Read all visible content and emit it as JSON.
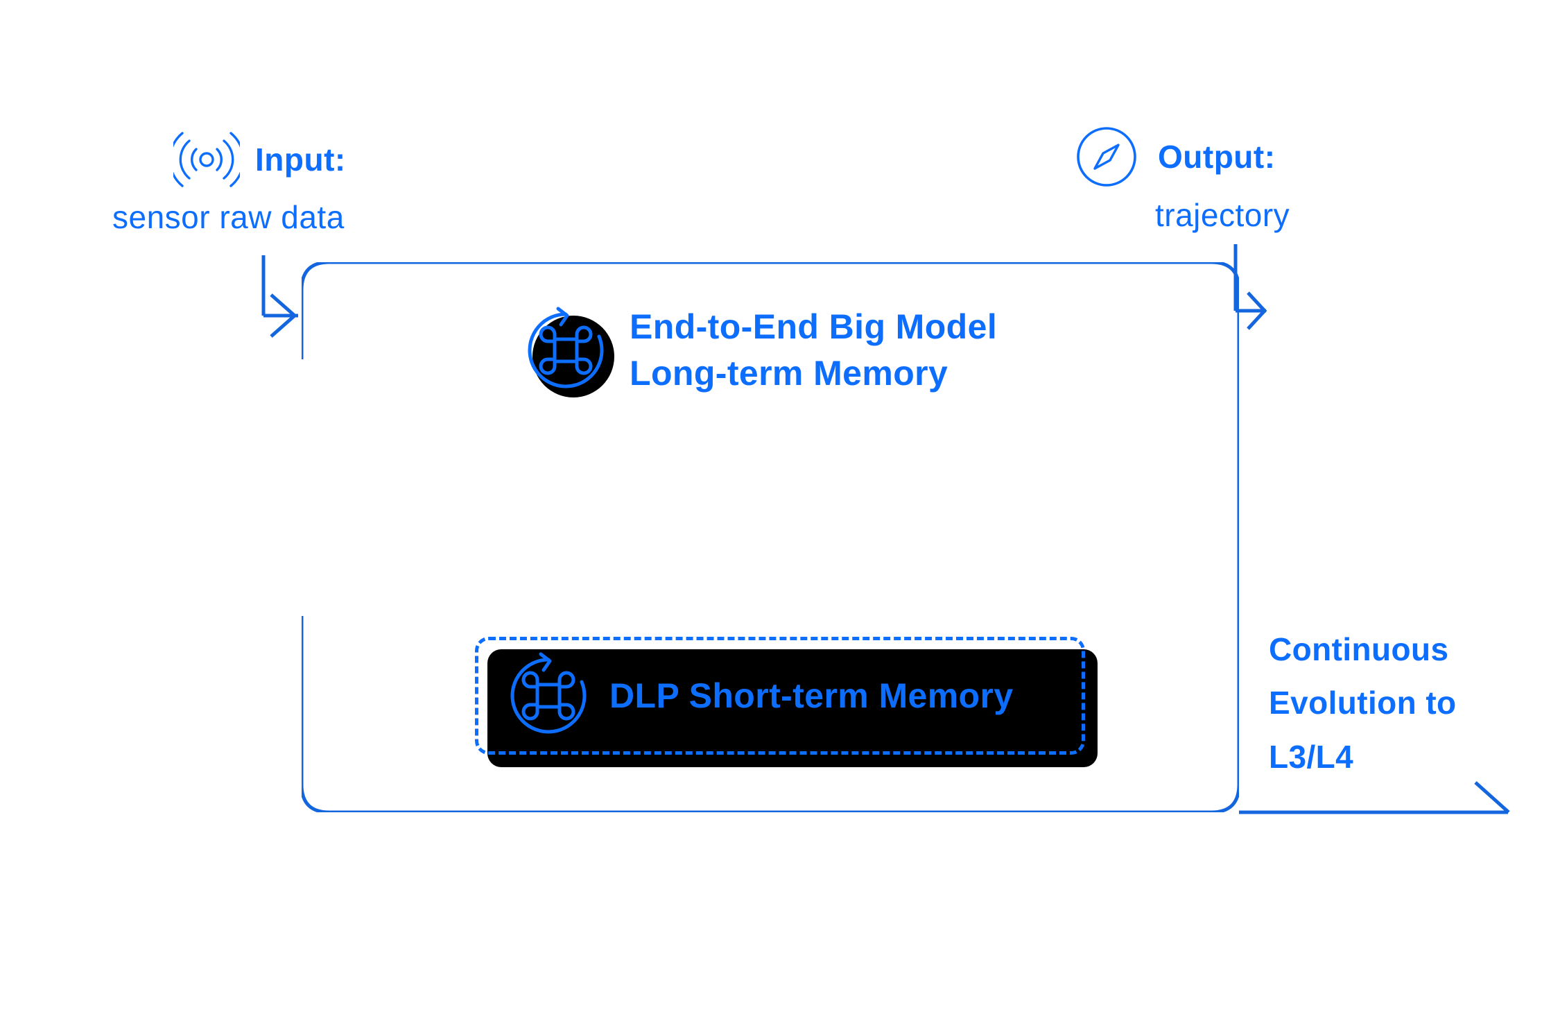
{
  "diagram": {
    "title_semantics": "autonomous driving end-to-end model architecture flow",
    "accent_blue": "#0d6efd",
    "line_blue": "#1366dd",
    "shadow_black": "#000000",
    "background": "#ffffff"
  },
  "input": {
    "icon": "signal-waves-icon",
    "title": "Input:",
    "subtitle": "sensor raw data"
  },
  "output": {
    "icon": "compass-icon",
    "title": "Output:",
    "subtitle": "trajectory"
  },
  "model_node": {
    "icon": "command-loop-icon",
    "line1": "End-to-End Big Model",
    "line2": "Long-term Memory"
  },
  "dlp_node": {
    "icon": "command-loop-icon",
    "label": "DLP Short-term Memory"
  },
  "evolution": {
    "line1": "Continuous",
    "line2": "Evolution to",
    "line3": "L3/L4"
  },
  "arrows": {
    "input_arrow": "input-flow-arrow",
    "output_arrow": "output-flow-arrow",
    "feedback_arrow": "continuous-evolution-arrow"
  }
}
